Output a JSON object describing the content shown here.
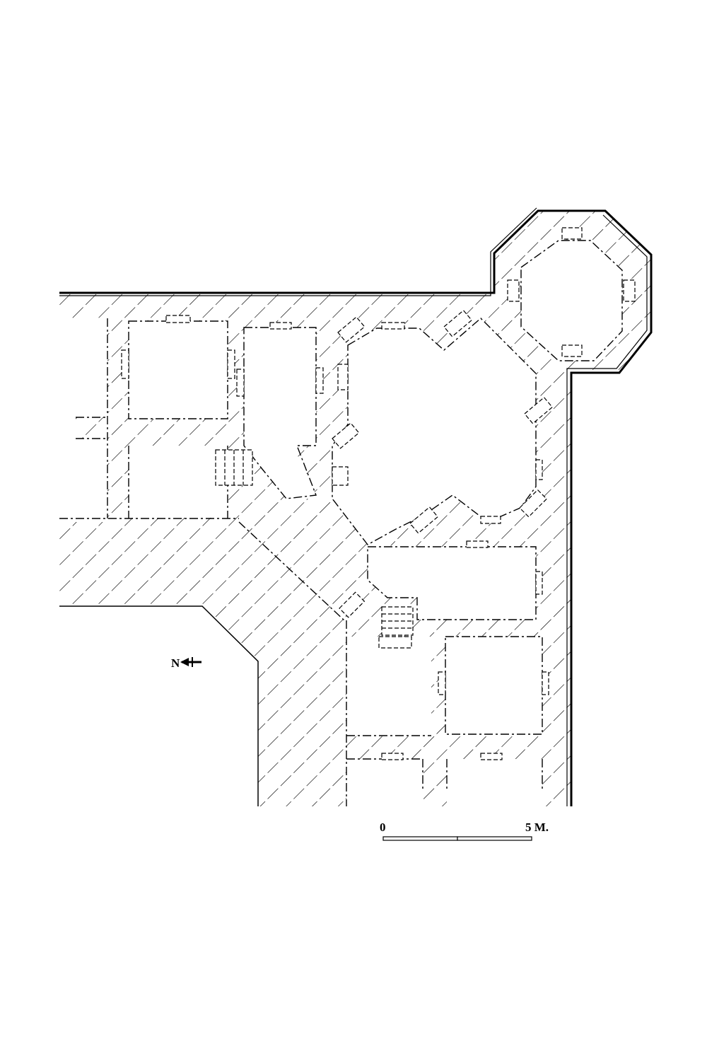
{
  "north_arrow": {
    "label": "N",
    "icon": "north-arrow-icon"
  },
  "scale_bar": {
    "start_label": "0",
    "end_label": "5 M."
  },
  "colors": {
    "ink": "#000000",
    "paper": "#ffffff"
  }
}
